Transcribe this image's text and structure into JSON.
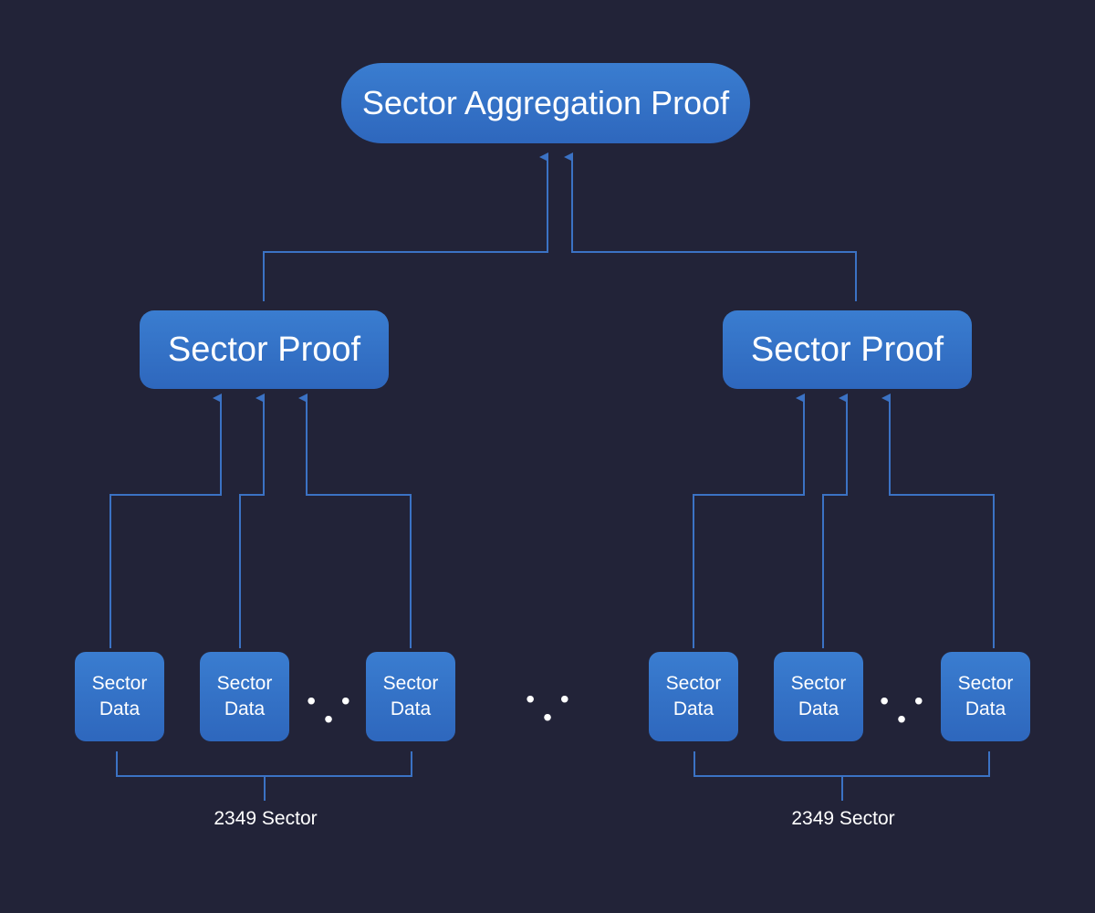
{
  "diagram": {
    "root": {
      "label": "Sector Aggregation Proof"
    },
    "groups": [
      {
        "proof_label": "Sector Proof",
        "data_nodes": [
          {
            "label": "Sector\nData"
          },
          {
            "label": "Sector\nData"
          },
          {
            "label": "Sector\nData"
          }
        ],
        "ellipsis": "• • •",
        "count_label": "2349 Sector"
      },
      {
        "proof_label": "Sector Proof",
        "data_nodes": [
          {
            "label": "Sector\nData"
          },
          {
            "label": "Sector\nData"
          },
          {
            "label": "Sector\nData"
          }
        ],
        "ellipsis": "• • •",
        "count_label": "2349 Sector"
      }
    ],
    "between_groups_ellipsis": "• • •"
  },
  "colors": {
    "background": "#222338",
    "node_fill": "#3474c7",
    "connector": "#3b72c4",
    "text": "#ffffff"
  }
}
